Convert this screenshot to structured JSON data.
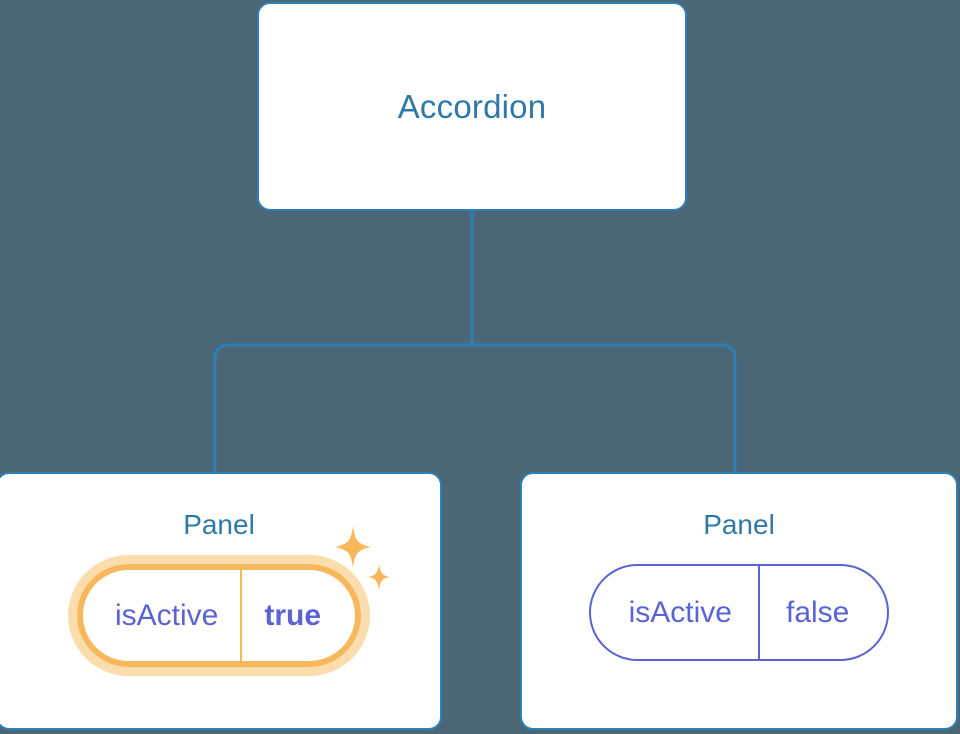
{
  "theme": {
    "background": "#4b6775",
    "card_background": "#ffffff",
    "card_border": "#2d7fb8",
    "title_text": "#2f79a8",
    "connector_line": "#2d7fb8",
    "pill_border": "#5b63d3",
    "pill_text": "#5b63d3",
    "highlight_border": "#f7b85c",
    "highlight_glow": "#fbdcac",
    "sparkle_color": "#f7b85c"
  },
  "tree": {
    "root": {
      "title": "Accordion"
    },
    "children": [
      {
        "title": "Panel",
        "highlighted": true,
        "prop": {
          "key": "isActive",
          "value": "true"
        },
        "sparkle_icons": [
          "sparkle-large-icon",
          "sparkle-small-icon"
        ]
      },
      {
        "title": "Panel",
        "highlighted": false,
        "prop": {
          "key": "isActive",
          "value": "false"
        }
      }
    ]
  }
}
